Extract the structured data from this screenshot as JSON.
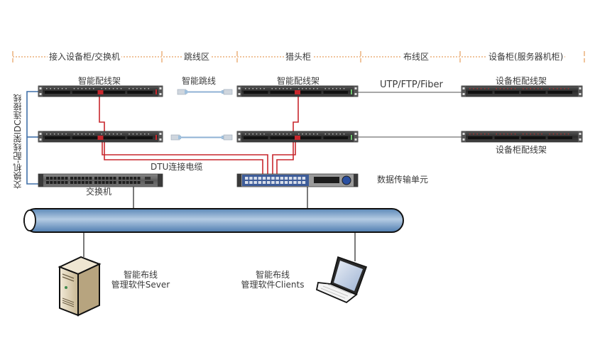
{
  "zones": [
    {
      "label": "接入设备柜/交换机"
    },
    {
      "label": "跳线区"
    },
    {
      "label": "猎头柜"
    },
    {
      "label": "布线区"
    },
    {
      "label": "设备柜(服务器机柜)"
    }
  ],
  "labels": {
    "patch_panel_left": "智能配线架",
    "patch_cord": "智能跳线",
    "patch_panel_mid": "智能配线架",
    "cable_type": "UTP/FTP/Fiber",
    "cabinet_panel_top": "设备柜配线架",
    "cabinet_panel_bottom": "设备柜配线架",
    "dtu_cable": "DTU连接电缆",
    "dtu": "数据传输单元",
    "switch": "交换机",
    "idc_link": "交换机-配线架IDC连接线",
    "server_line1": "智能布线",
    "server_line2": "管理软件Sever",
    "client_line1": "智能布线",
    "client_line2": "管理软件Clients"
  },
  "colors": {
    "zone_line": "#e0883a",
    "dtu_cable": "#c8272d",
    "idc_link": "#3f6fa8",
    "pipe": "#7ea6cc",
    "panel": "#2e2e2e",
    "dtu_body": "#3d5c99"
  }
}
